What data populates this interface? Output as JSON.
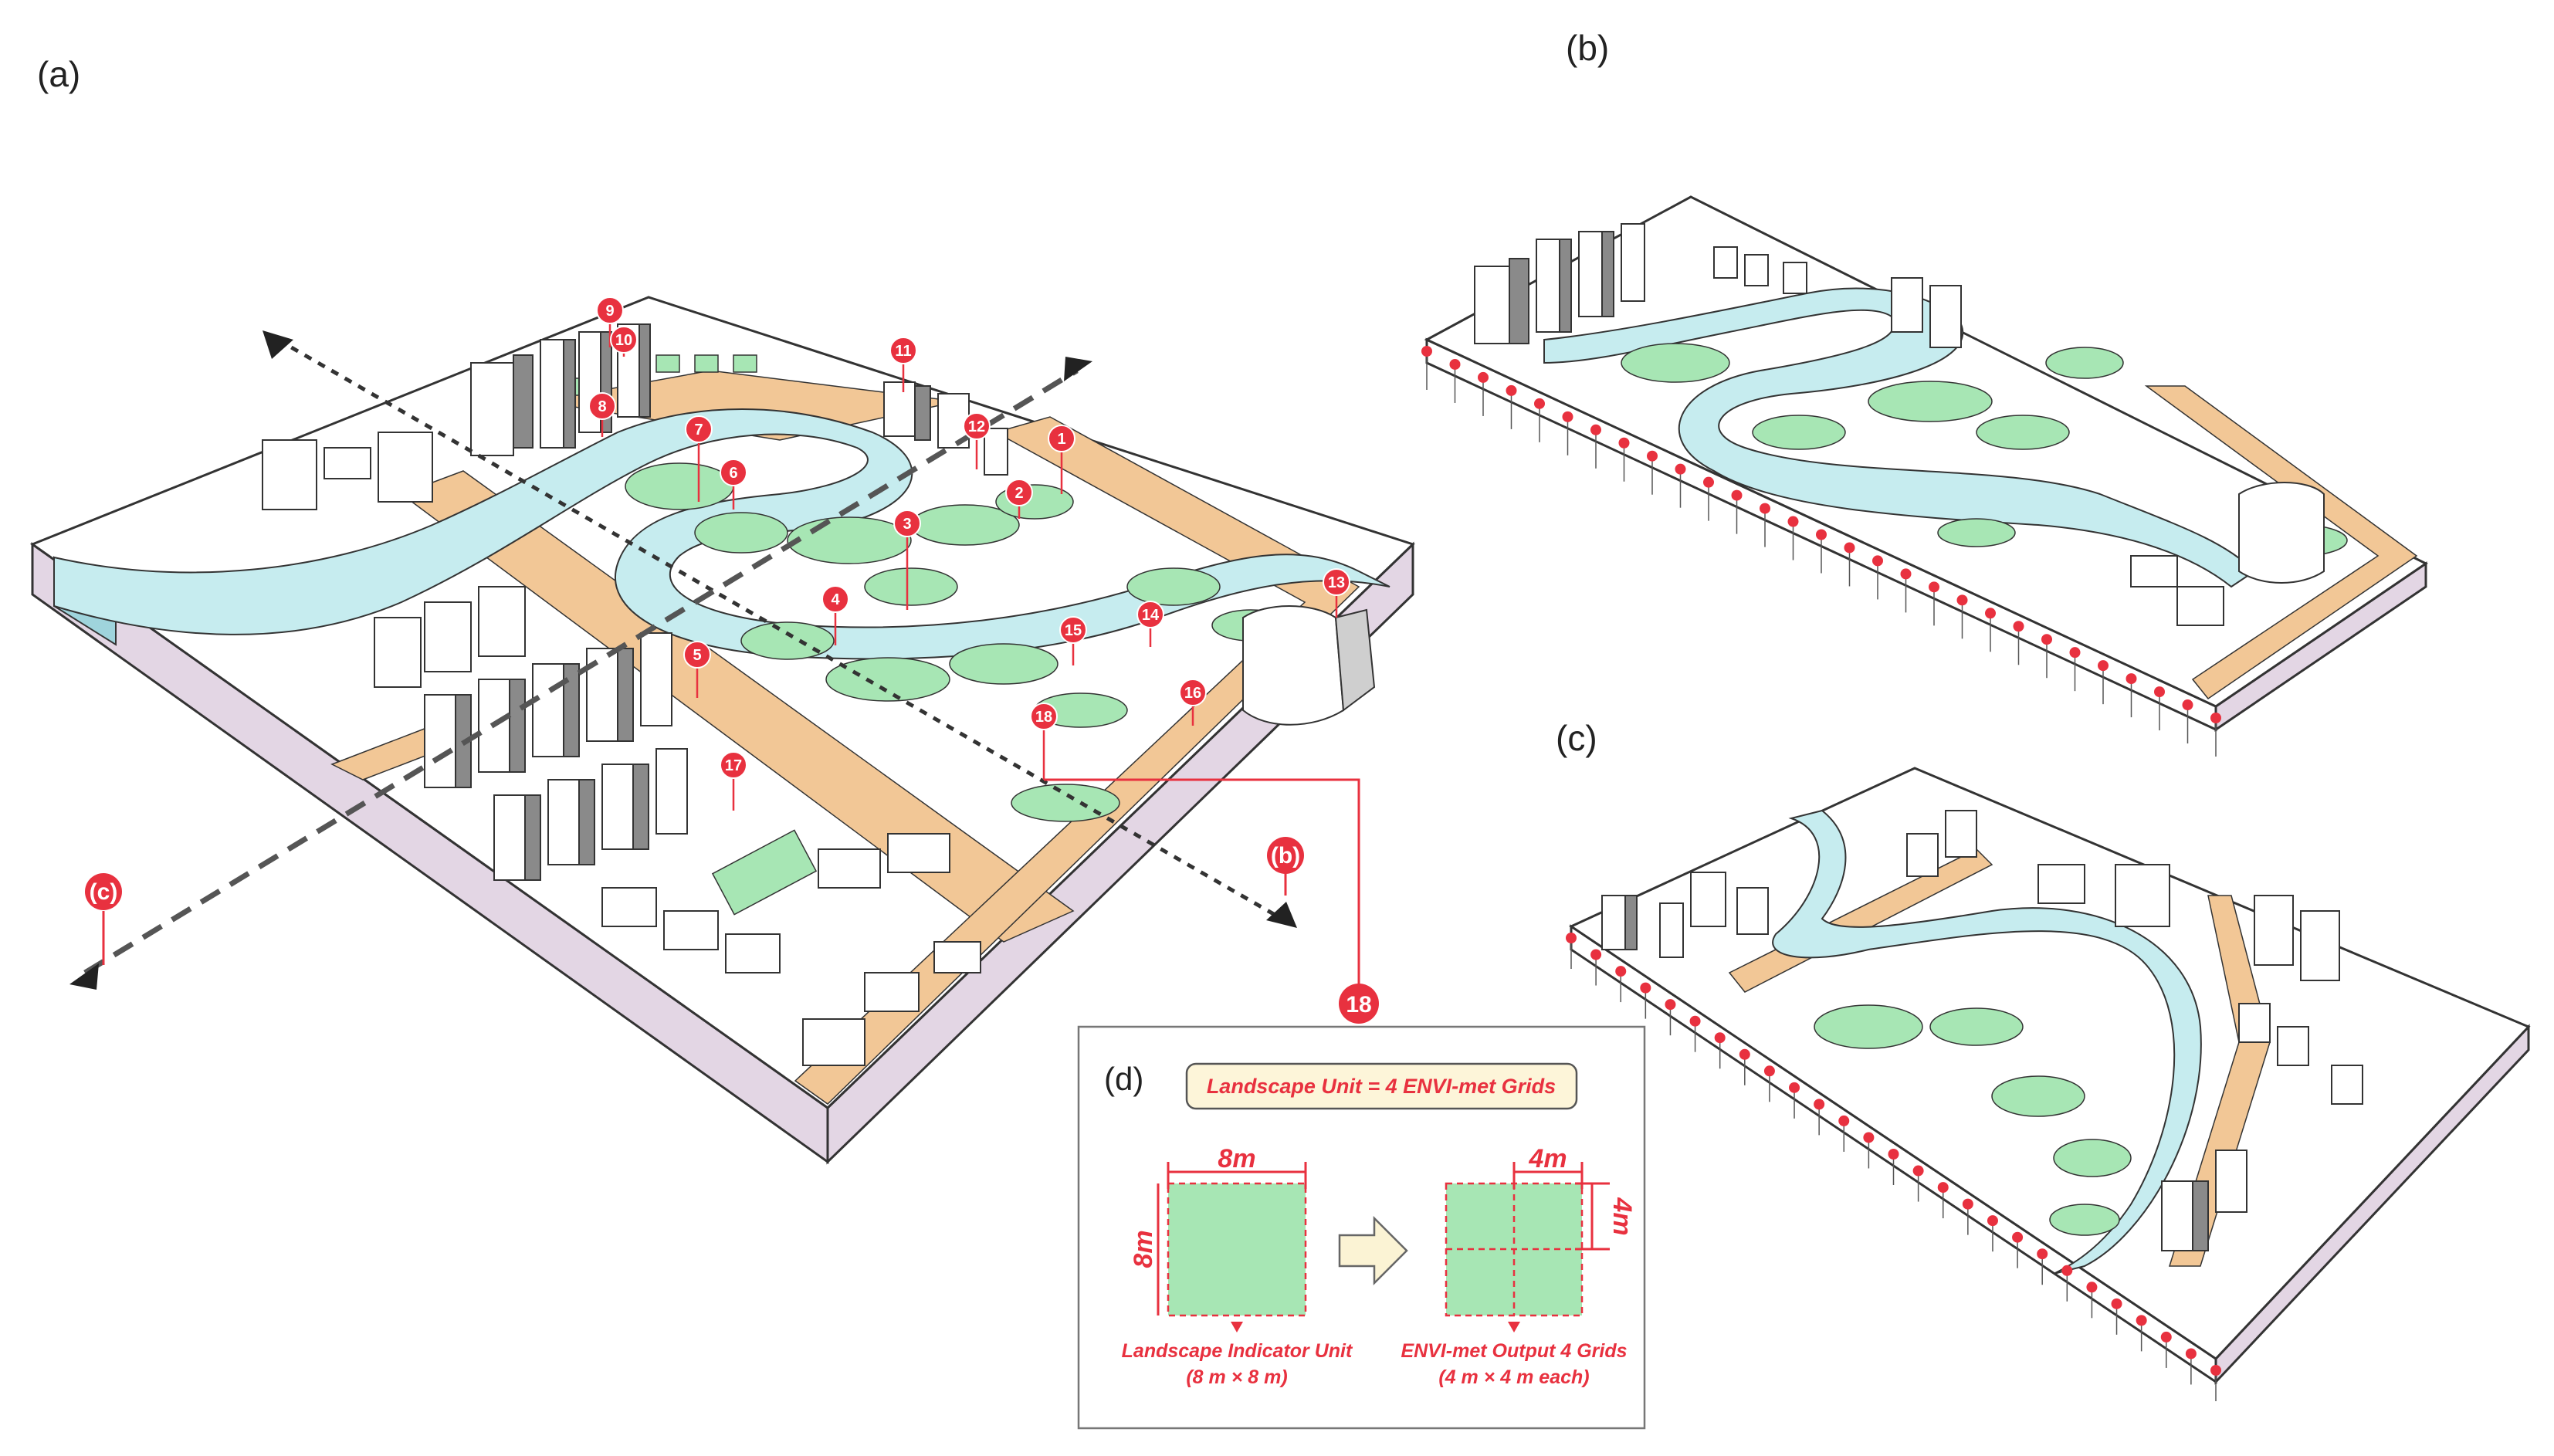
{
  "panels": {
    "a": "(a)",
    "b": "(b)",
    "c": "(c)",
    "d": "(d)"
  },
  "markers": [
    "1",
    "2",
    "3",
    "4",
    "5",
    "6",
    "7",
    "8",
    "9",
    "10",
    "11",
    "12",
    "13",
    "14",
    "15",
    "16",
    "17",
    "18"
  ],
  "section_markers": {
    "b": "(b)",
    "c": "(c)"
  },
  "callout_marker": "18",
  "inset": {
    "title": "Landscape Unit = 4 ENVI-met Grids",
    "left_top_dim": "8m",
    "left_side_dim": "8m",
    "right_top_dim": "4m",
    "right_side_dim": "4m",
    "left_caption_line1": "Landscape Indicator Unit",
    "left_caption_line2": "(8 m × 8 m)",
    "right_caption_line1": "ENVI-met Output 4 Grids",
    "right_caption_line2": "(4 m × 4 m each)"
  },
  "colors": {
    "accent": "#e8313f",
    "green": "#a7e6b4",
    "water": "#c6ecef",
    "road": "#f2c796",
    "base_side": "#e3d6e4"
  }
}
